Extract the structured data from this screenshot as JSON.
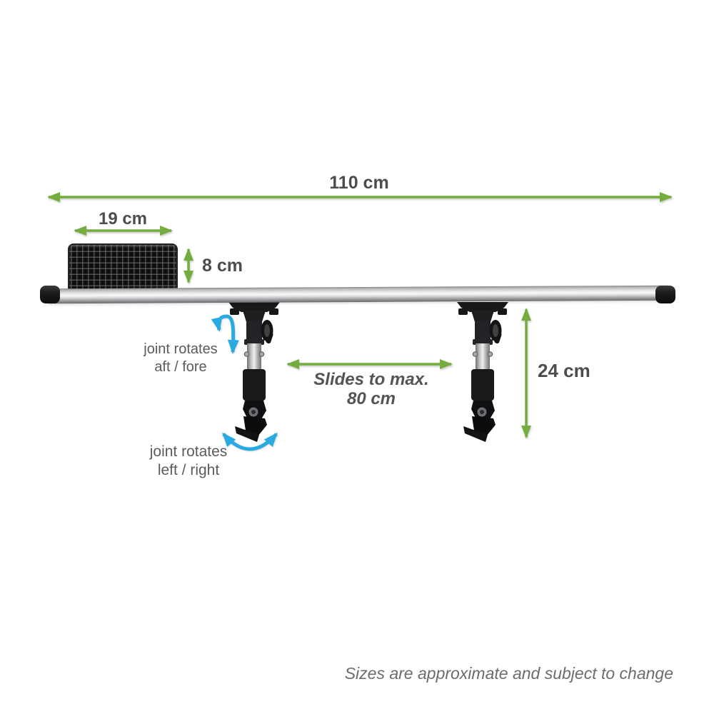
{
  "product": {
    "name": "crossbar with sliding mounts and roof pad",
    "parts": [
      "crossbar",
      "end-caps",
      "roof-pad-block",
      "sliding-mount-left",
      "sliding-mount-right"
    ]
  },
  "colors": {
    "dimension_arrow_green": "#74ad3e",
    "rotation_arrow_blue": "#29abe2",
    "dimension_text": "#4d4d4f",
    "joint_text": "#5a5b5d",
    "footer_text": "#6b6c6e",
    "background": "#ffffff"
  },
  "labels": {
    "total_length": "110 cm",
    "pad_width": "19 cm",
    "pad_height": "8 cm",
    "mount_height": "24 cm",
    "slide_range": "Slides to max.\n80 cm",
    "joint_aft_fore": "joint rotates\naft / fore",
    "joint_left_right": "joint rotates\nleft / right"
  },
  "footer": {
    "disclaimer": "Sizes are approximate and subject to change"
  }
}
